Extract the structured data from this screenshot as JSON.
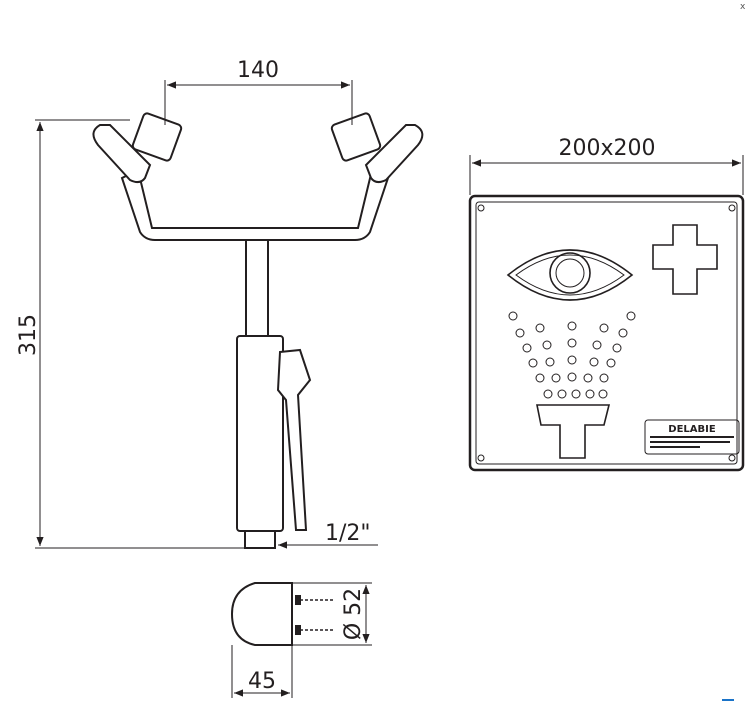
{
  "corner_mark": "x",
  "dimensions": {
    "head_spacing": "140",
    "height": "315",
    "thread": "1/2\"",
    "sign_size": "200x200",
    "mount_diameter": "Ø 52",
    "mount_depth": "45"
  },
  "sign": {
    "brand": "DELABIE"
  },
  "colors": {
    "line": "#231f20",
    "accent": "#1a73c8"
  }
}
